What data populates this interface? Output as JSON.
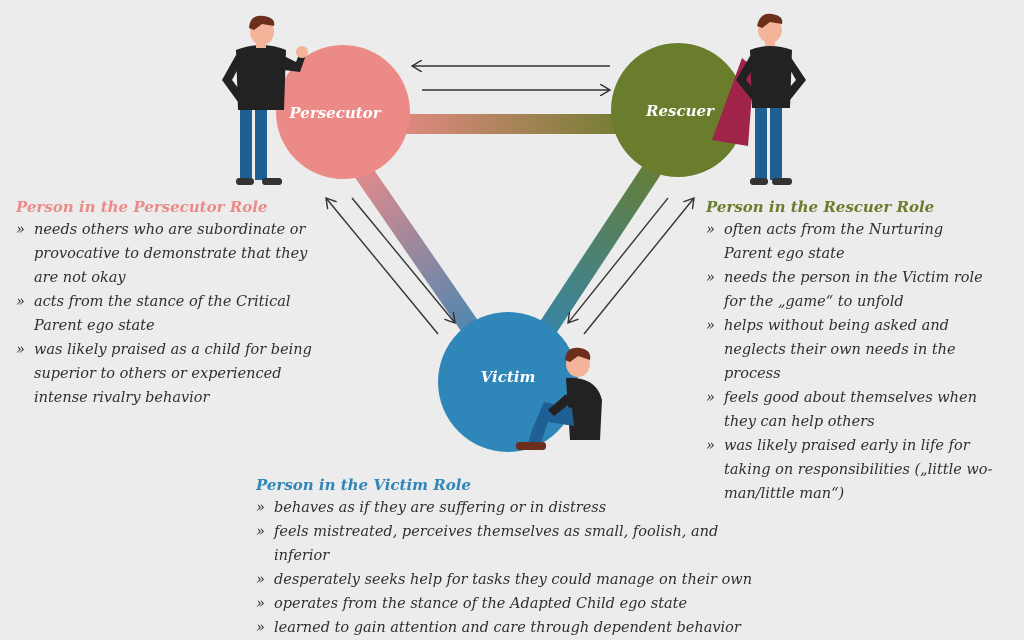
{
  "roles": {
    "persecutor": {
      "label": "Persecutor",
      "color": "#ec8a88",
      "heading": "Person in the Persecutor Role",
      "items": [
        "needs others who are subordinate or provocative to demonstrate that they are not okay",
        "acts from the stance of the Critical Parent ego state",
        "was likely praised as a child for being superior to others or experienced intense rivalry behavior"
      ]
    },
    "rescuer": {
      "label": "Rescuer",
      "color": "#6a7d2c",
      "heading": "Person in the Rescuer Role",
      "items": [
        "often acts from the Nurturing Parent ego state",
        "needs the person in the Victim role for the „game“ to unfold",
        "helps without being asked and neglects their own needs in the process",
        "feels good about themselves when they can help others",
        "was likely praised early in life for taking on responsibilities („little wo-man/little man“)"
      ]
    },
    "victim": {
      "label": "Victim",
      "color": "#2f86b8",
      "heading": "Person in the Victim Role",
      "items": [
        "behaves as if they are suffering or in distress",
        "feels mistreated, perceives themselves as small, foolish, and inferior",
        "desperately seeks help for tasks they could manage on their own",
        "operates from the stance of the Adapted Child ego state",
        "learned to gain attention and care through dependent behavior"
      ]
    }
  }
}
